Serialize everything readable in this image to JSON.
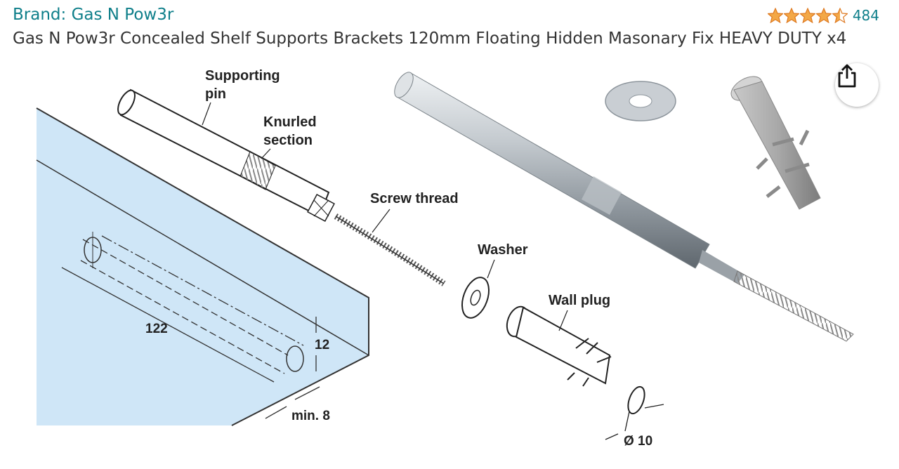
{
  "header": {
    "brand_label": "Brand: Gas N Pow3r",
    "rating_value": 4.5,
    "rating_count": "484",
    "title": "Gas N Pow3r Concealed Shelf Supports Brackets 120mm Floating Hidden Masonary Fix HEAVY DUTY x4"
  },
  "colors": {
    "link": "#0f7f8a",
    "star": "#f3a847",
    "panel": "#cfe6f7"
  },
  "diagram": {
    "labels": {
      "supporting_pin_1": "Supporting",
      "supporting_pin_2": "pin",
      "knurled_1": "Knurled",
      "knurled_2": "section",
      "screw_thread": "Screw thread",
      "washer": "Washer",
      "wall_plug": "Wall plug"
    },
    "dimensions": {
      "length": "122",
      "diameter_hole": "12",
      "min_depth": "min. 8",
      "plug_diameter": "Ø 10"
    }
  },
  "share": {
    "icon": "share-icon"
  }
}
